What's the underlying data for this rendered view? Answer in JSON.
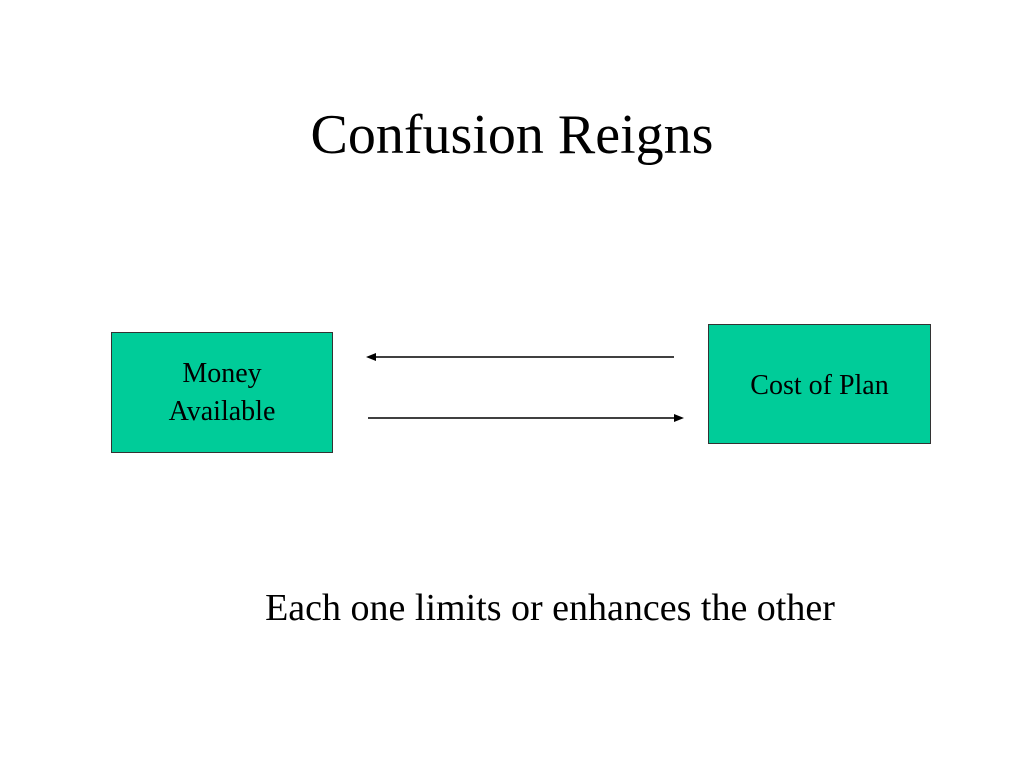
{
  "slide": {
    "title": "Confusion Reigns",
    "caption": "Each one limits or enhances the other"
  },
  "diagram": {
    "left_box": {
      "line1": "Money",
      "line2": "Available"
    },
    "right_box": {
      "label": "Cost of Plan"
    }
  },
  "colors": {
    "box_fill": "#00CC99",
    "box_border": "#333333",
    "arrow": "#000000"
  }
}
